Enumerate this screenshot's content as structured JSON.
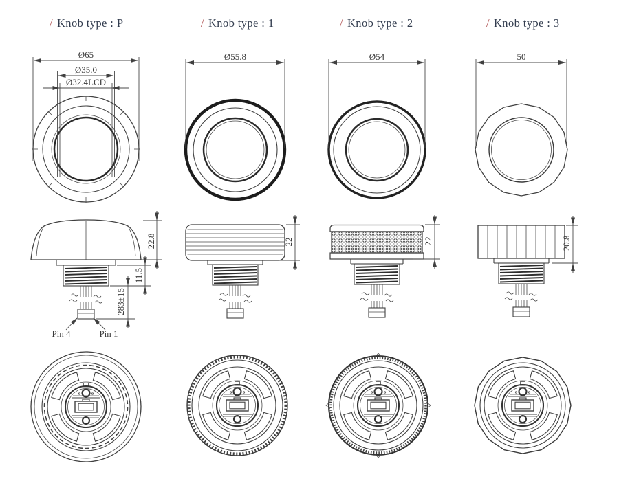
{
  "page": {
    "background": "#ffffff",
    "line_color": "#404040",
    "accent_slash_color": "#b05252",
    "header_text_color": "#333d4f"
  },
  "columns": [
    {
      "header_slash": "/",
      "header_label": "Knob type : P",
      "dims": {
        "outer_dia": "Ø65",
        "mid_dia": "Ø35.0",
        "lcd_dia": "Ø32.4LCD",
        "height": "22.8",
        "thread_height": "11.5",
        "cable_length": "283±15"
      },
      "pins": {
        "pin4": "Pin 4",
        "pin1": "Pin 1"
      }
    },
    {
      "header_slash": "/",
      "header_label": "Knob type : 1",
      "dims": {
        "outer_dia": "Ø55.8",
        "height": "22"
      }
    },
    {
      "header_slash": "/",
      "header_label": "Knob type : 2",
      "dims": {
        "outer_dia": "Ø54",
        "height": "22"
      }
    },
    {
      "header_slash": "/",
      "header_label": "Knob type : 3",
      "dims": {
        "outer_dia": "50",
        "height": "20.8"
      }
    }
  ]
}
